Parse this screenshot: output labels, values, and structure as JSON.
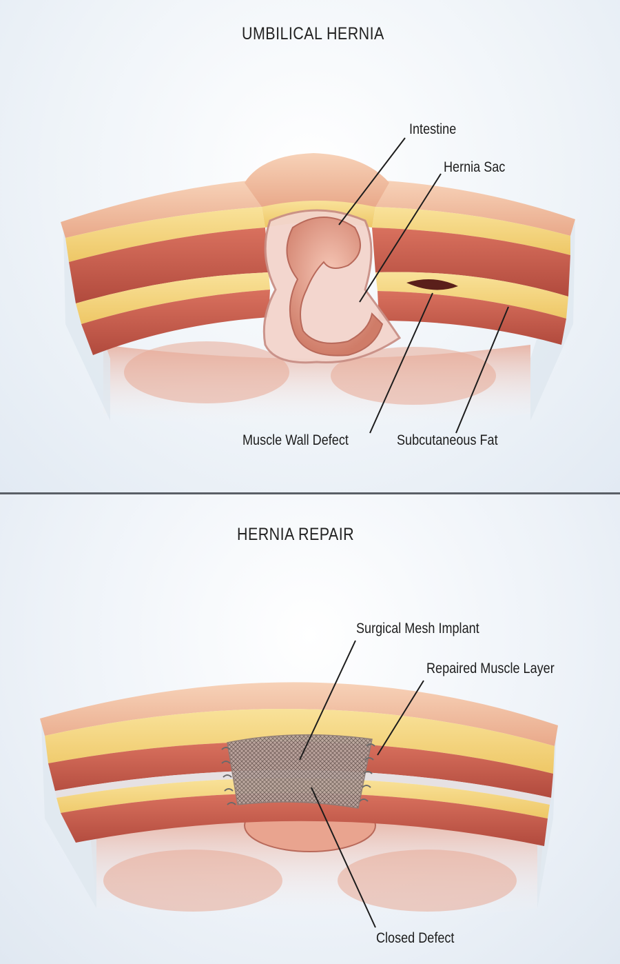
{
  "top_panel": {
    "title": "UMBILICAL HERNIA",
    "labels": {
      "intestine": "Intestine",
      "hernia_sac": "Hernia Sac",
      "muscle_wall_defect": "Muscle Wall Defect",
      "subcutaneous_fat": "Subcutaneous Fat"
    }
  },
  "bottom_panel": {
    "title": "HERNIA REPAIR",
    "labels": {
      "surgical_mesh": "Surgical Mesh Implant",
      "repaired_muscle": "Repaired Muscle Layer",
      "closed_defect": "Closed Defect"
    }
  },
  "colors": {
    "skin": "#f2c3a4",
    "fat": "#f6d77a",
    "muscle": "#c95a4a",
    "intestine": "#e9a48f",
    "mesh": "#9a8a84"
  }
}
